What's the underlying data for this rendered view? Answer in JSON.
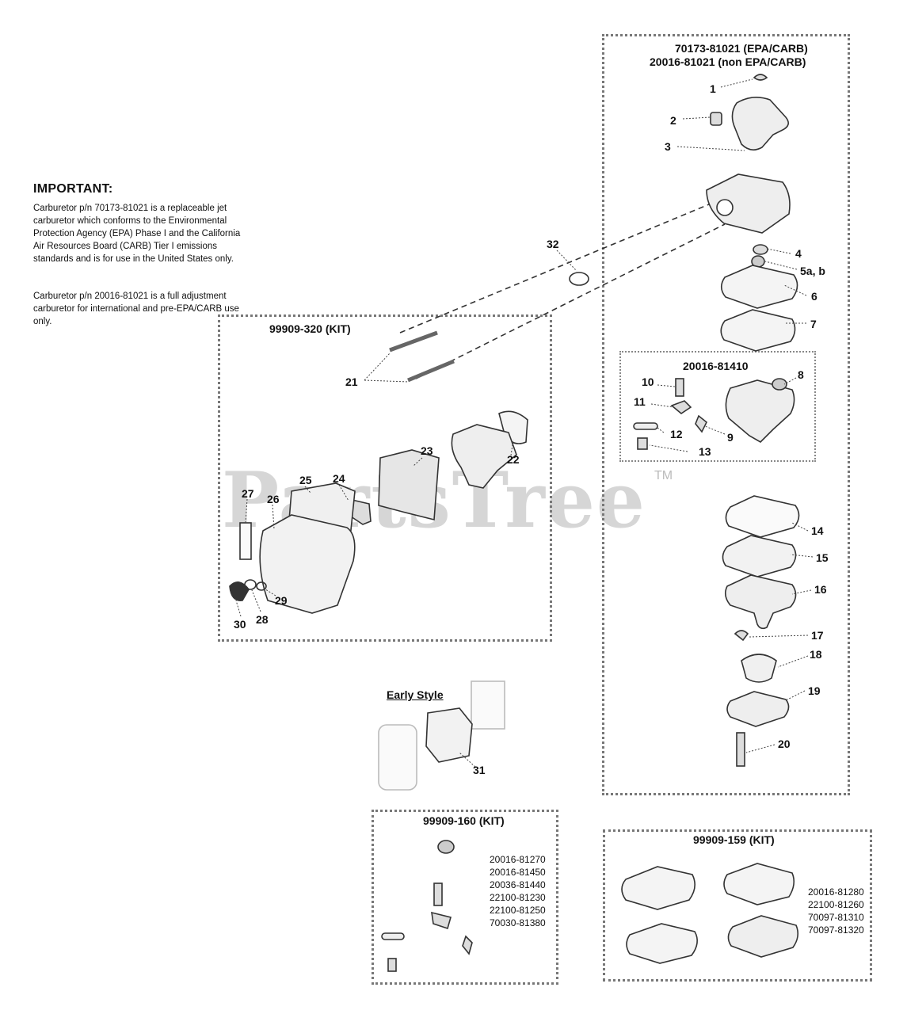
{
  "main_assembly": {
    "title_line1": "70173-81021 (EPA/CARB)",
    "title_line2": "20016-81021 (non EPA/CARB)"
  },
  "important": {
    "heading": "IMPORTANT:",
    "note1": "Carburetor p/n 70173-81021 is a replaceable jet carburetor which conforms to the Environmental Protection Agency (EPA) Phase I and the California Air Resources Board (CARB) Tier I emissions standards and is for use in the United States only.",
    "note2": "Carburetor p/n 20016-81021 is a full adjustment carburetor for international and pre-EPA/CARB use only."
  },
  "kit_320": {
    "title": "99909-320 (KIT)"
  },
  "subassembly_81410": {
    "title": "20016-81410"
  },
  "early_style": {
    "label": "Early Style"
  },
  "kit_160": {
    "title": "99909-160 (KIT)",
    "parts": [
      "20016-81270",
      "20016-81450",
      "20036-81440",
      "22100-81230",
      "22100-81250",
      "70030-81380"
    ]
  },
  "kit_159": {
    "title": "99909-159 (KIT)",
    "parts": [
      "20016-81280",
      "22100-81260",
      "70097-81310",
      "70097-81320"
    ]
  },
  "callouts": {
    "c1": "1",
    "c2": "2",
    "c3": "3",
    "c4": "4",
    "c5": "5a, b",
    "c6": "6",
    "c7": "7",
    "c8": "8",
    "c9": "9",
    "c10": "10",
    "c11": "11",
    "c12": "12",
    "c13": "13",
    "c14": "14",
    "c15": "15",
    "c16": "16",
    "c17": "17",
    "c18": "18",
    "c19": "19",
    "c20": "20",
    "c21": "21",
    "c22": "22",
    "c23": "23",
    "c24": "24",
    "c25": "25",
    "c26": "26",
    "c27": "27",
    "c28": "28",
    "c29": "29",
    "c30": "30",
    "c31": "31",
    "c32": "32"
  },
  "watermark": {
    "text": "PartsTree",
    "tm": "TM"
  }
}
